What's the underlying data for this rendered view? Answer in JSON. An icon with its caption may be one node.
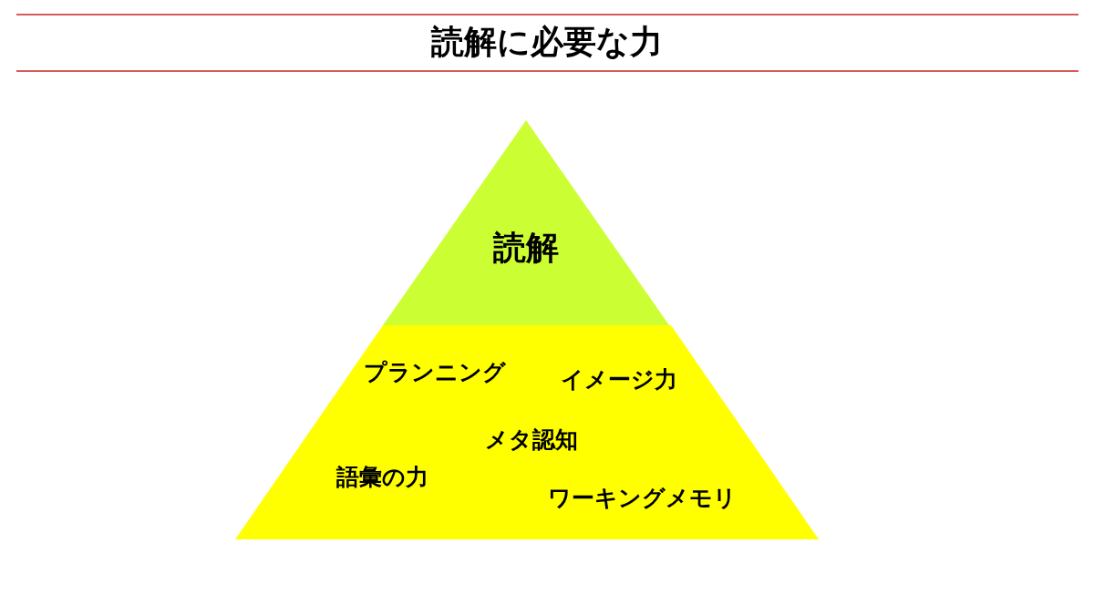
{
  "diagram": {
    "title": "読解に必要な力",
    "nodes": [
      {
        "text": [
          "読解"
        ]
      },
      {
        "text": [
          "プランニング",
          "イメージ力",
          "メタ認知",
          "語彙の力",
          "ワーキングメモリ"
        ]
      }
    ]
  }
}
